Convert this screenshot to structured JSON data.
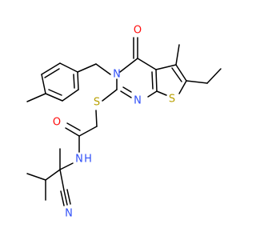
{
  "atoms": {
    "o_carbonyl_ring": {
      "text": "O",
      "color": "#ff0d0d"
    },
    "n_ring": {
      "text": "N",
      "color": "#3050f8"
    },
    "n_pyrimidine": {
      "text": "N",
      "color": "#3050f8"
    },
    "s_thioether": {
      "text": "S",
      "color": "#b8a000"
    },
    "s_thiophene": {
      "text": "S",
      "color": "#b8a000"
    },
    "o_amide": {
      "text": "O",
      "color": "#ff0d0d"
    },
    "nh_amide": {
      "text": "H",
      "color": "#3050f8"
    },
    "n_amide": {
      "text": "N",
      "color": "#3050f8"
    },
    "n_nitrile": {
      "text": "N",
      "color": "#3050f8"
    }
  },
  "colors": {
    "bond": "#000000",
    "nitrogen": "#3050f8",
    "oxygen": "#ff0d0d",
    "sulfur": "#b8a000"
  }
}
